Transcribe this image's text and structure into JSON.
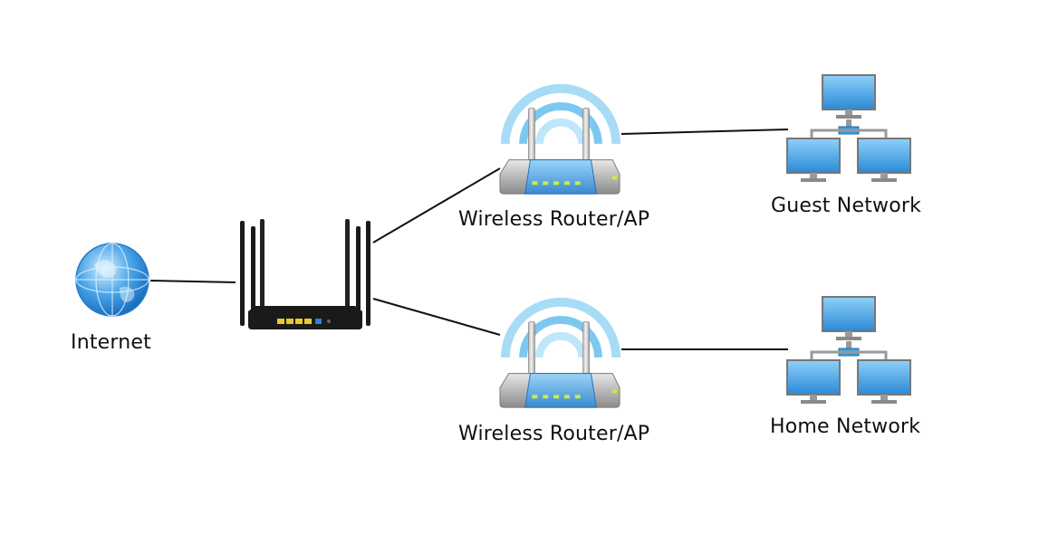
{
  "nodes": {
    "internet": {
      "label": "Internet",
      "icon": "globe-icon"
    },
    "main_router": {
      "label": "",
      "icon": "router-icon"
    },
    "ap_top": {
      "label": "Wireless Router/AP",
      "icon": "wireless-ap-icon"
    },
    "ap_bottom": {
      "label": "Wireless Router/AP",
      "icon": "wireless-ap-icon"
    },
    "guest": {
      "label": "Guest Network",
      "icon": "network-computers-icon"
    },
    "home": {
      "label": "Home Network",
      "icon": "network-computers-icon"
    }
  },
  "edges": [
    {
      "from": "internet",
      "to": "main_router"
    },
    {
      "from": "main_router",
      "to": "ap_top"
    },
    {
      "from": "main_router",
      "to": "ap_bottom"
    },
    {
      "from": "ap_top",
      "to": "guest"
    },
    {
      "from": "ap_bottom",
      "to": "home"
    }
  ],
  "colors": {
    "wifi_wave": "#7cc8f0",
    "monitor_screen": "#3a9ee0",
    "router_body": "#1a1a1a",
    "port_yellow": "#e8c830",
    "led_green": "#c8f040"
  }
}
